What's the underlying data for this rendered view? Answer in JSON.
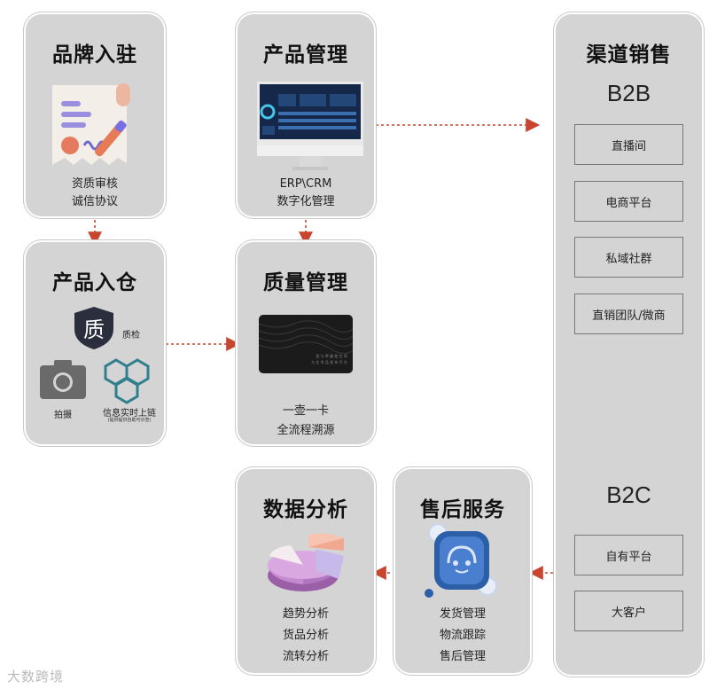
{
  "cards": {
    "brand": {
      "title": "品牌入驻",
      "lines": [
        "资质审核",
        "诚信协议"
      ]
    },
    "product": {
      "title": "产品管理",
      "lines": [
        "ERP\\CRM",
        "数字化管理"
      ]
    },
    "warehouse": {
      "title": "产品入仓",
      "labels": {
        "quality_check": "质检",
        "photo": "拍摄",
        "chain": "信息实时上链",
        "chain_sub": "(提供提供自助可示查)"
      },
      "quality_glyph": "质"
    },
    "quality": {
      "title": "质量管理",
      "lines": [
        "一壶一卡",
        "全流程溯源"
      ],
      "card_text": [
        "壶 与 草 匾 航 生 所",
        "与 艺 术 品 发 布 平 台"
      ]
    },
    "analysis": {
      "title": "数据分析",
      "lines": [
        "趋势分析",
        "货品分析",
        "流转分析"
      ]
    },
    "aftersales": {
      "title": "售后服务",
      "lines": [
        "发货管理",
        "物流跟踪",
        "售后管理"
      ]
    },
    "channel": {
      "title": "渠道销售",
      "b2b": {
        "label": "B2B",
        "items": [
          "直播间",
          "电商平台",
          "私域社群",
          "直销团队/微商"
        ]
      },
      "b2c": {
        "label": "B2C",
        "items": [
          "自有平台",
          "大客户"
        ]
      }
    }
  },
  "watermark": "大数跨境",
  "colors": {
    "card": "#d4d4d4",
    "arrow": "#c8452f",
    "accent_blue": "#2d5ea8"
  },
  "icons": [
    "contract-icon",
    "monitor-icon",
    "shield-icon",
    "camera-icon",
    "blockchain-icon",
    "nfc-card-icon",
    "pie-chart-icon",
    "headset-icon"
  ]
}
